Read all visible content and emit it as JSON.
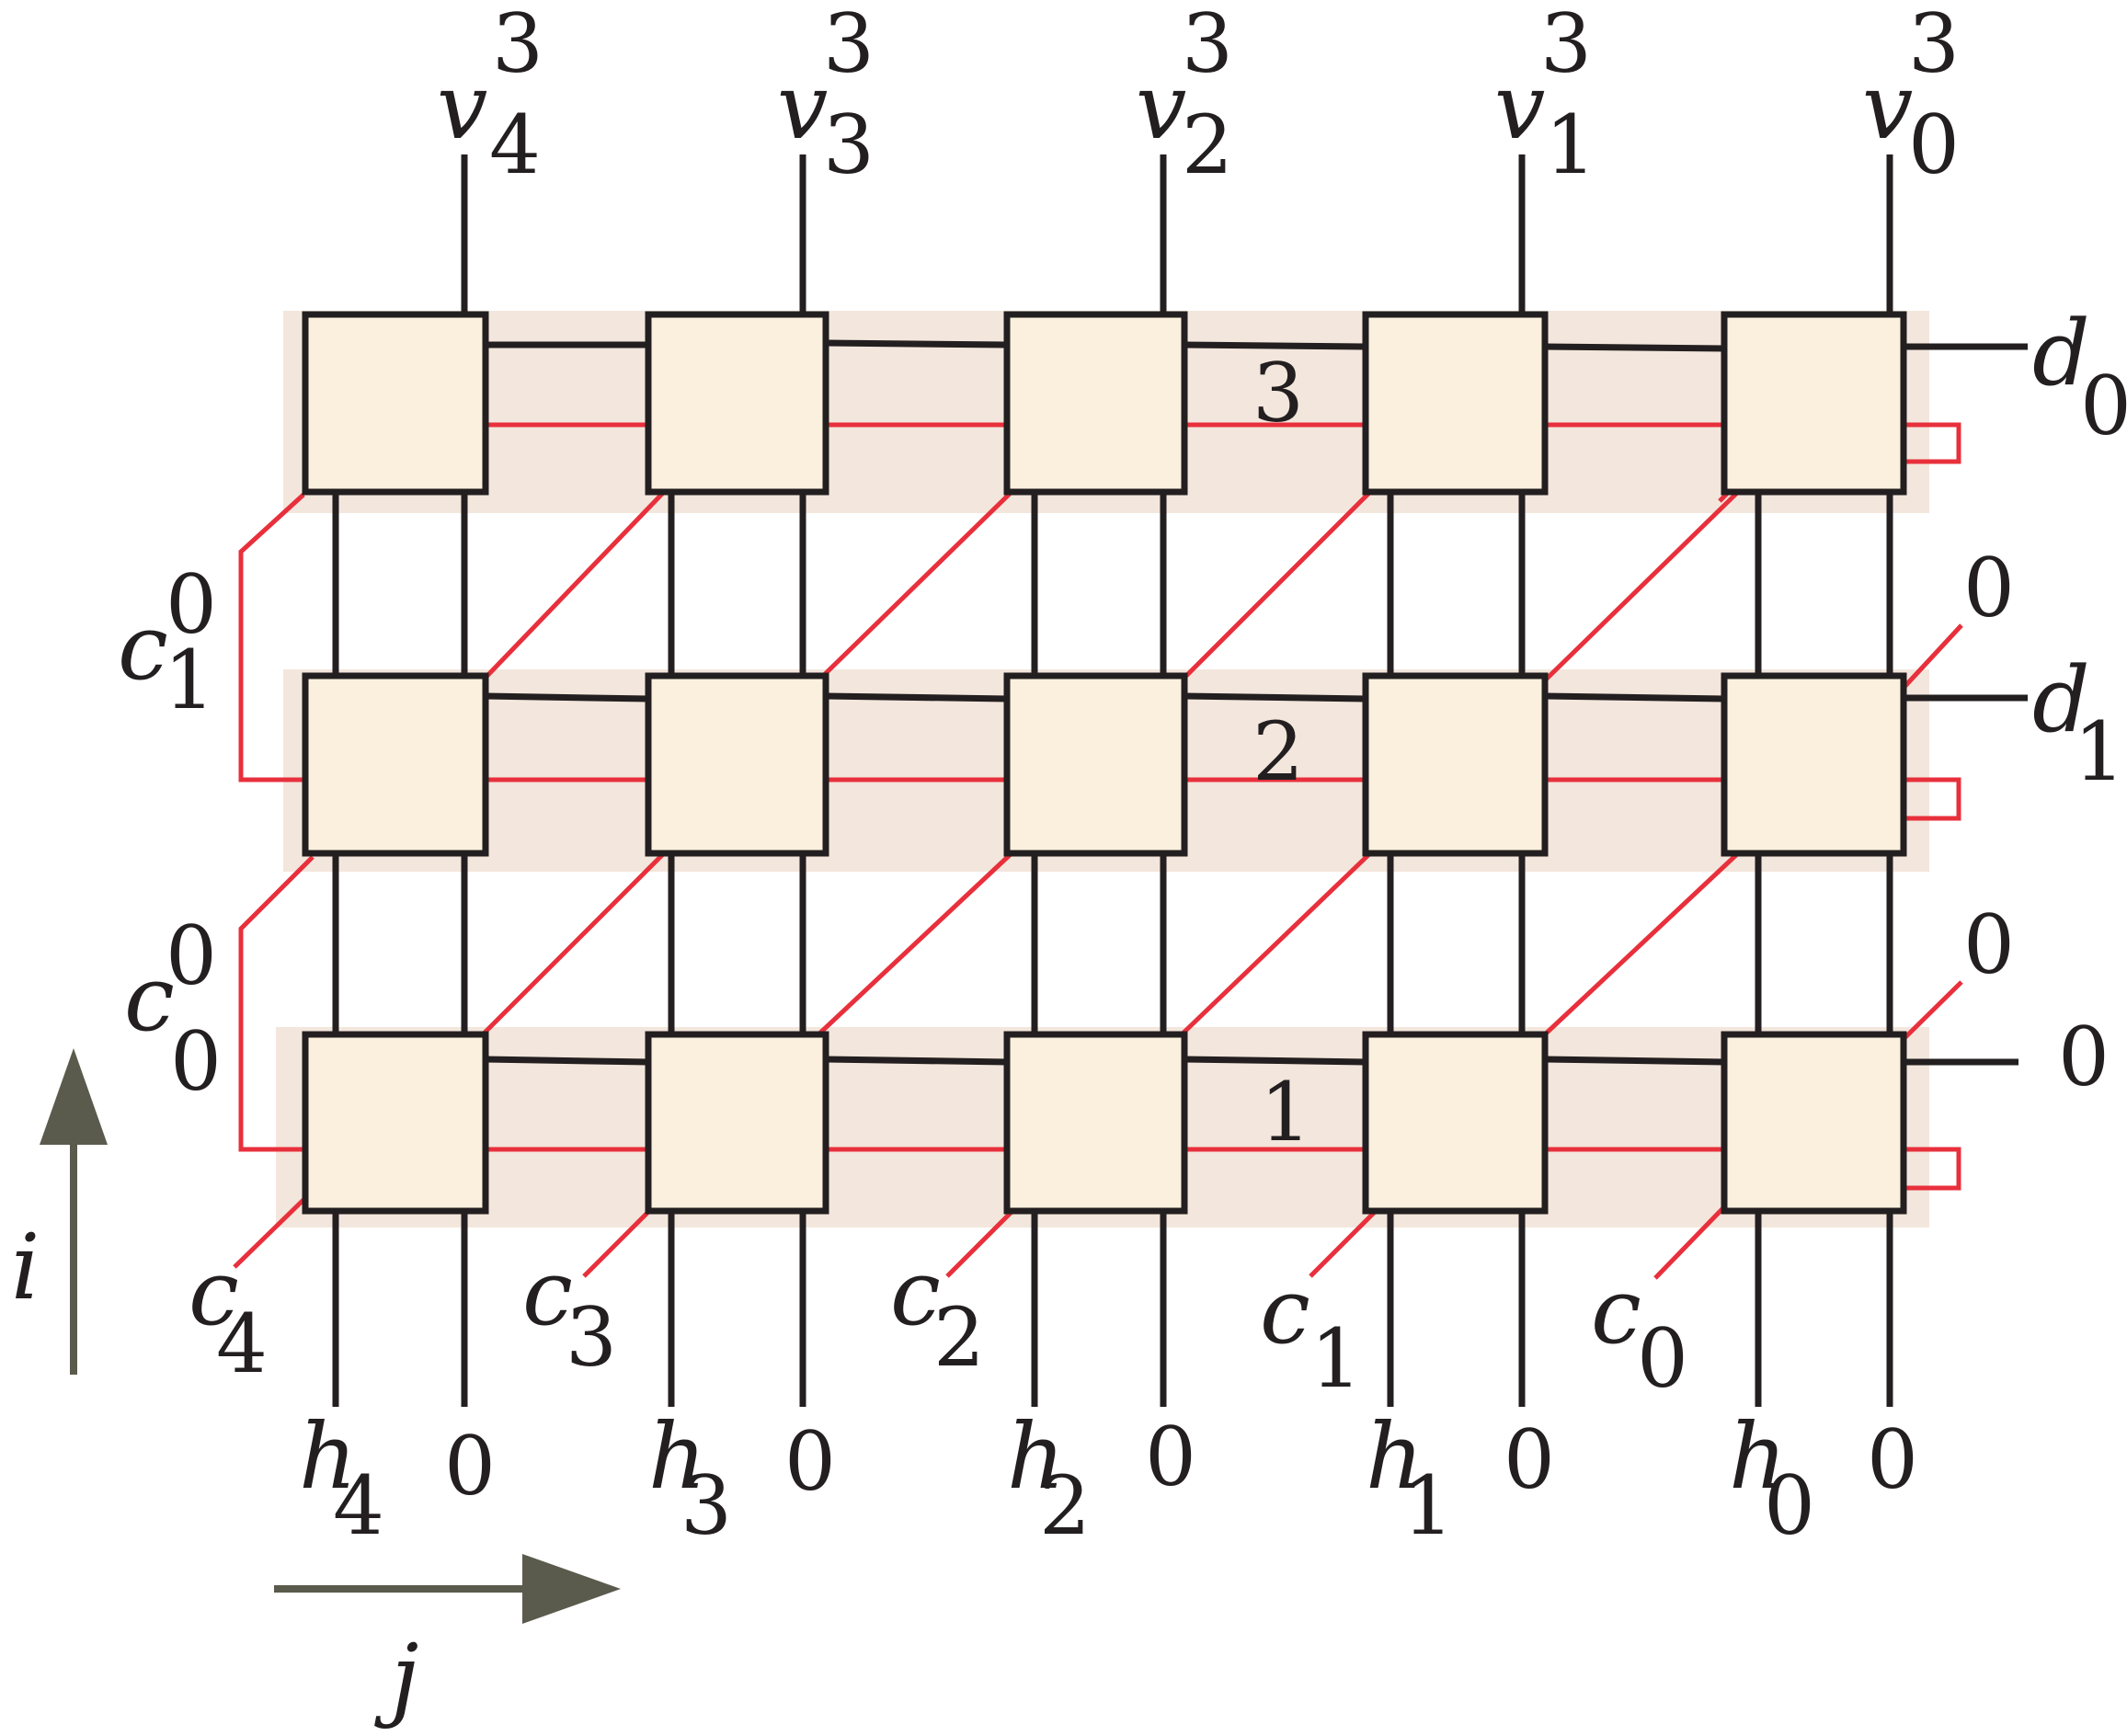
{
  "rows": [
    {
      "label": "1"
    },
    {
      "label": "2"
    },
    {
      "label": "3"
    }
  ],
  "columns": [
    {
      "top_var": "v",
      "top_sup": "3",
      "top_sub": "4",
      "bottom_var": "h",
      "bottom_sub": "4",
      "bottom_zero": "0",
      "carry_var": "c",
      "carry_sub": "4"
    },
    {
      "top_var": "v",
      "top_sup": "3",
      "top_sub": "3",
      "bottom_var": "h",
      "bottom_sub": "3",
      "bottom_zero": "0",
      "carry_var": "c",
      "carry_sub": "3"
    },
    {
      "top_var": "v",
      "top_sup": "3",
      "top_sub": "2",
      "bottom_var": "h",
      "bottom_sub": "2",
      "bottom_zero": "0",
      "carry_var": "c",
      "carry_sub": "2"
    },
    {
      "top_var": "v",
      "top_sup": "3",
      "top_sub": "1",
      "bottom_var": "h",
      "bottom_sub": "1",
      "bottom_zero": "0",
      "carry_var": "c",
      "carry_sub": "1"
    },
    {
      "top_var": "v",
      "top_sup": "3",
      "top_sub": "0",
      "bottom_var": "h",
      "bottom_sub": "0",
      "bottom_zero": "0",
      "carry_var": "c",
      "carry_sub": "0"
    }
  ],
  "right_outputs": [
    {
      "var": "d",
      "sub": "0"
    },
    {
      "var": "d",
      "sub": "1"
    },
    {
      "value": "0"
    }
  ],
  "right_zero_inputs": [
    "0",
    "0"
  ],
  "left_feedback": [
    {
      "var": "c",
      "sup": "0",
      "sub": "1"
    },
    {
      "var": "c",
      "sup": "0",
      "sub": "0"
    }
  ],
  "axes": {
    "vertical": "i",
    "horizontal": "j"
  },
  "colors": {
    "cell_fill": "#fbf0dd",
    "row_band": "#f3e6dc",
    "wire_black": "#231f20",
    "wire_red": "#e8303c",
    "axis_arrow": "#5b5b4d"
  }
}
